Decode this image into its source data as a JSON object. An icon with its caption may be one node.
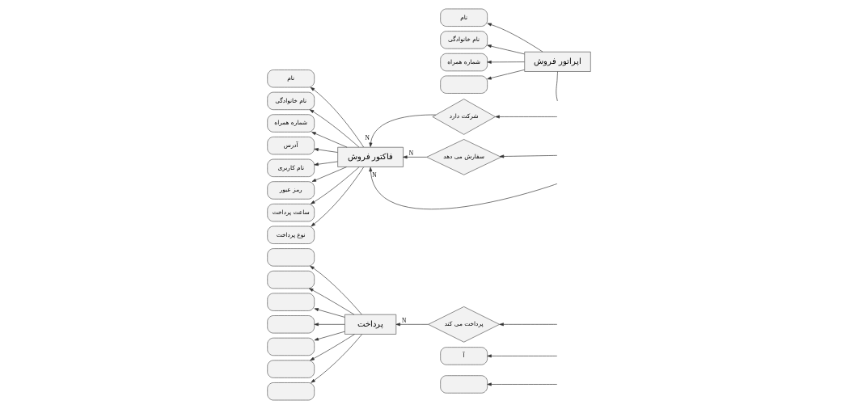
{
  "diagram": {
    "nodes": [
      {
        "text": [],
        "shape": "oval"
      },
      {
        "text": [
          "آ"
        ]
      },
      {
        "text": [
          "پرداخت می کند"
        ]
      },
      {
        "text": [
          "سفارش می دهد"
        ]
      },
      {
        "text": [
          "نام"
        ]
      },
      {
        "text": [
          "نام خانوادگی"
        ]
      },
      {
        "text": [
          "شماره همراه"
        ]
      },
      {
        "text": [
          "آدرس"
        ]
      },
      {
        "text": [
          "نام کاربری"
        ]
      },
      {
        "text": [
          "رمز عبور"
        ]
      },
      {
        "text": [
          "ساعت پرداخت"
        ]
      },
      {
        "text": [
          "نوع پرداخت"
        ]
      },
      {
        "text": [
          "شرکت دارد"
        ]
      },
      {
        "text": [
          "فاکتور فروش"
        ]
      },
      {
        "text": [],
        "shape": "oval"
      },
      {
        "text": [],
        "shape": "oval"
      },
      {
        "text": [],
        "shape": "oval"
      },
      {
        "text": [],
        "shape": "oval"
      },
      {
        "text": [],
        "shape": "oval"
      },
      {
        "text": [],
        "shape": "oval"
      },
      {
        "text": [],
        "shape": "oval"
      },
      {
        "text": [
          "پرداخت"
        ]
      },
      {
        "text": [
          "نام"
        ]
      },
      {
        "text": [
          "نام خانوادگی"
        ]
      },
      {
        "text": [
          "شماره همراه"
        ]
      },
      {
        "text": [],
        "shape": "oval"
      },
      {
        "text": [
          "اپراتور فروش"
        ]
      }
    ],
    "edges": [
      {
        "from": null,
        "to": 0,
        "arrow": "to"
      },
      {
        "from": null,
        "to": 1,
        "arrow": "to"
      },
      {
        "from": null,
        "to": 2,
        "arrow": "to"
      },
      {
        "from": null,
        "to": 3,
        "arrow": "to"
      },
      {
        "from": null,
        "to": 12,
        "arrow": "to"
      },
      {
        "from": 2,
        "to": 21,
        "arrow": "to",
        "label": "N"
      },
      {
        "from": 3,
        "to": 13,
        "arrow": "to",
        "label": "N"
      },
      {
        "from": 12,
        "to": 13,
        "arrow": "to",
        "label": "N"
      },
      {
        "from": null,
        "to": 13,
        "arrow": "to",
        "label": "N"
      },
      {
        "from": 13,
        "to": 4,
        "arrow": "to"
      },
      {
        "from": 13,
        "to": 5,
        "arrow": "to"
      },
      {
        "from": 13,
        "to": 6,
        "arrow": "to"
      },
      {
        "from": 13,
        "to": 7,
        "arrow": "to"
      },
      {
        "from": 13,
        "to": 8,
        "arrow": "to"
      },
      {
        "from": 13,
        "to": 9,
        "arrow": "to"
      },
      {
        "from": 13,
        "to": 10,
        "arrow": "to"
      },
      {
        "from": 13,
        "to": 11,
        "arrow": "to"
      },
      {
        "from": 21,
        "to": 14,
        "arrow": "to"
      },
      {
        "from": 21,
        "to": 15,
        "arrow": "to"
      },
      {
        "from": 21,
        "to": 16,
        "arrow": "to"
      },
      {
        "from": 21,
        "to": 17,
        "arrow": "to"
      },
      {
        "from": 21,
        "to": 18,
        "arrow": "to"
      },
      {
        "from": 21,
        "to": 19,
        "arrow": "to"
      },
      {
        "from": 21,
        "to": 20,
        "arrow": "to"
      },
      {
        "from": 26,
        "to": 22,
        "arrow": "to"
      },
      {
        "from": 26,
        "to": 23,
        "arrow": "to"
      },
      {
        "from": 26,
        "to": 24,
        "arrow": "to"
      },
      {
        "from": 26,
        "to": 25,
        "arrow": "to"
      },
      {
        "from": 26,
        "to": null,
        "arrow": "none"
      }
    ]
  }
}
